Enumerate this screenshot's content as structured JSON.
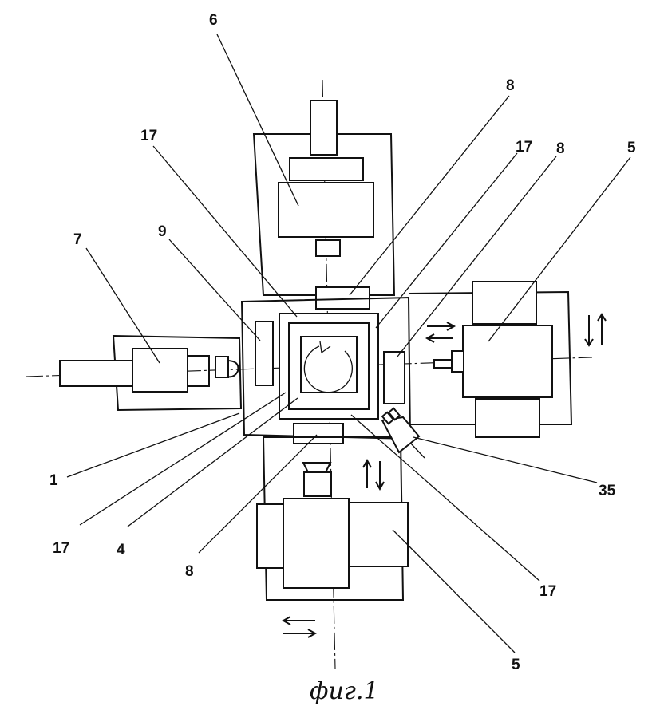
{
  "figure": {
    "caption": "фиг.1",
    "labels": {
      "l6": "6",
      "l8_top": "8",
      "l17_tl": "17",
      "l17_tr": "17",
      "l8_right": "8",
      "l5_right": "5",
      "l7": "7",
      "l9": "9",
      "l1": "1",
      "l17_bl": "17",
      "l4": "4",
      "l8_bottom": "8",
      "l35": "35",
      "l17_br": "17",
      "l5_bottom": "5"
    }
  }
}
